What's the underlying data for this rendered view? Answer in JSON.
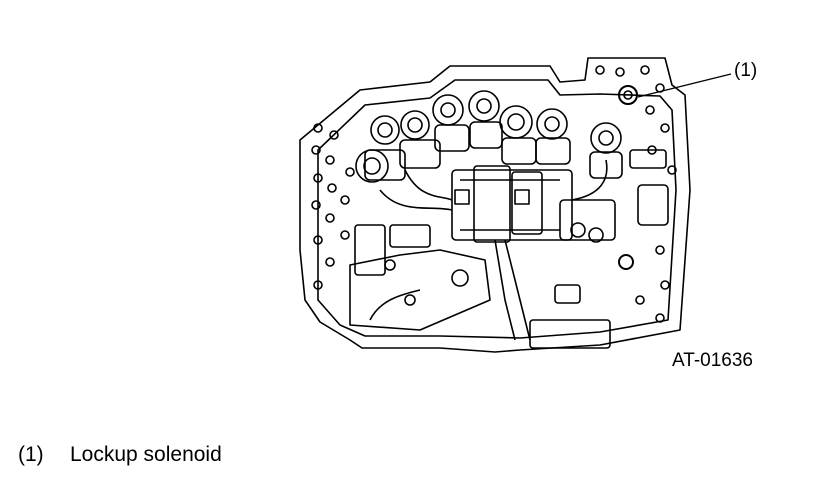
{
  "diagram": {
    "callout": "(1)",
    "figure_id": "AT-01636"
  },
  "legend": {
    "items": [
      {
        "number": "(1)",
        "label": "Lockup solenoid"
      }
    ]
  }
}
